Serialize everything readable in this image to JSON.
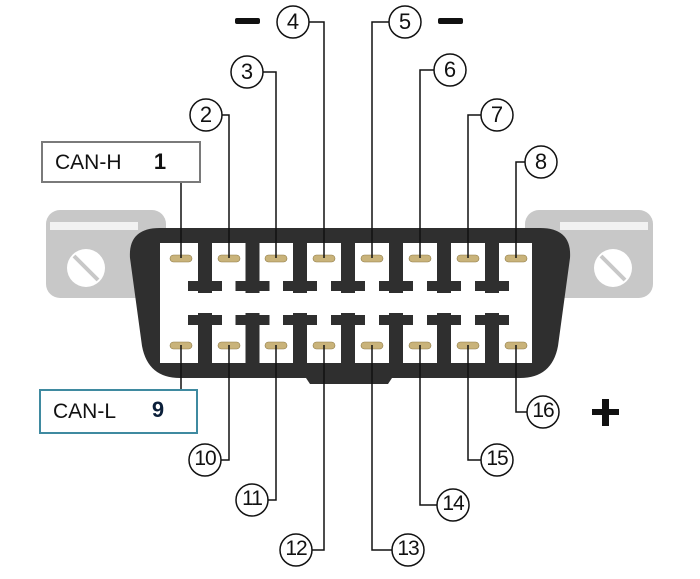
{
  "title": "OBD-II connector pinout",
  "colors": {
    "connector_body": "#2f2f2f",
    "mount_tab": "#c8c8c8",
    "pin_gold": "#c9b37a",
    "can_h_badge": "#c4c4c4",
    "can_l_badge": "#1f7fe0",
    "can_l_border": "#3f8aa0",
    "can_h_border": "#7a7a7a"
  },
  "pins": [
    {
      "number": "1"
    },
    {
      "number": "2"
    },
    {
      "number": "3"
    },
    {
      "number": "4"
    },
    {
      "number": "5"
    },
    {
      "number": "6"
    },
    {
      "number": "7"
    },
    {
      "number": "8"
    },
    {
      "number": "9"
    },
    {
      "number": "10"
    },
    {
      "number": "11"
    },
    {
      "number": "12"
    },
    {
      "number": "13"
    },
    {
      "number": "14"
    },
    {
      "number": "15"
    },
    {
      "number": "16"
    }
  ],
  "callouts": {
    "can_h": {
      "label": "CAN-H",
      "pin": "1"
    },
    "can_l": {
      "label": "CAN-L",
      "pin": "9"
    }
  },
  "polarity": {
    "pin4_sign": "−",
    "pin5_sign": "−",
    "pin16_sign": "+"
  }
}
